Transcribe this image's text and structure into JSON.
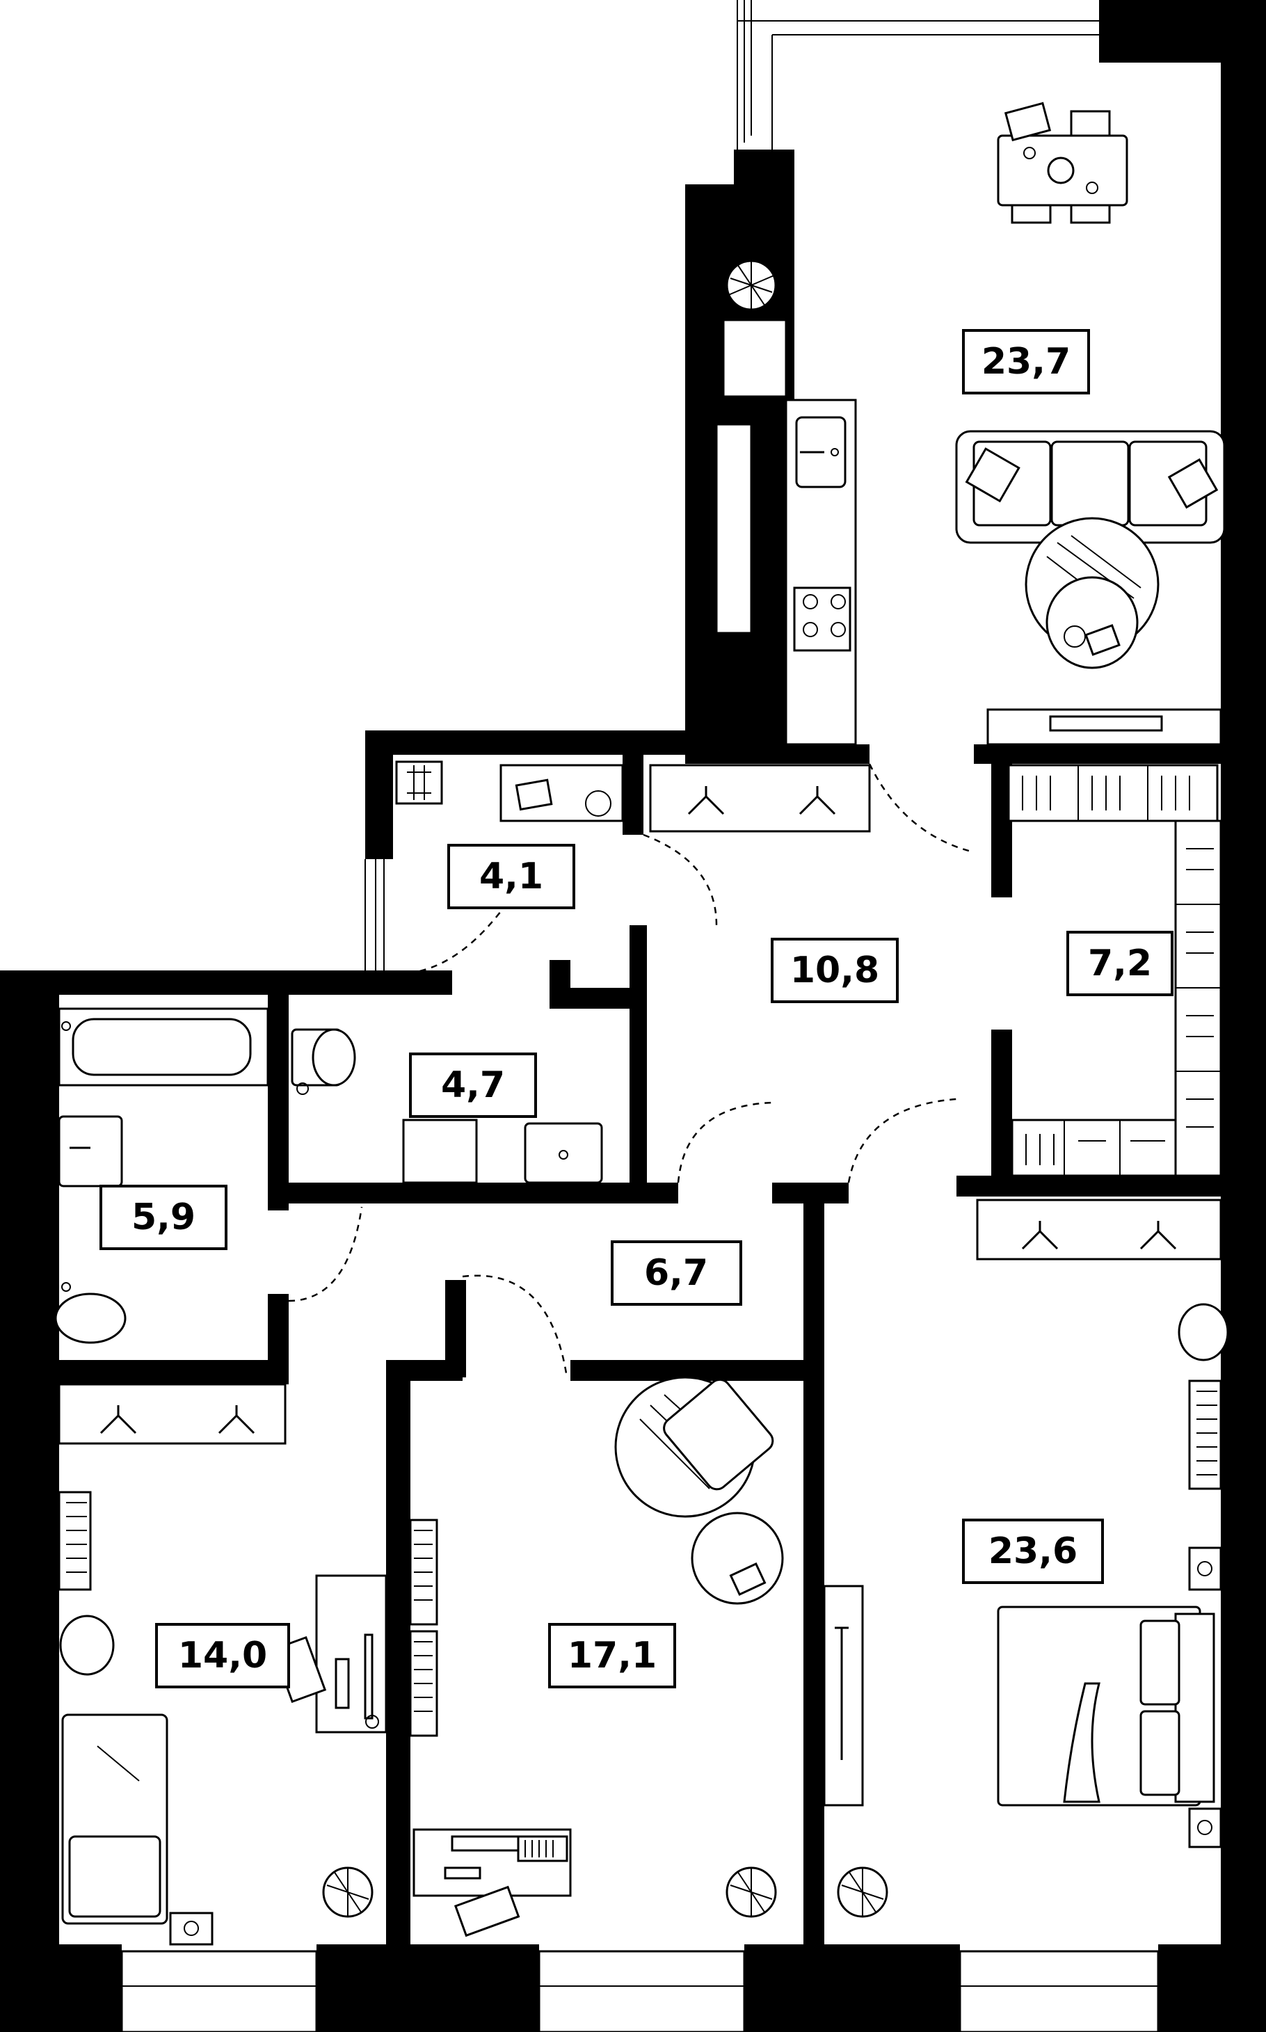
{
  "rooms": [
    {
      "id": "living-kitchen",
      "area": "23,7"
    },
    {
      "id": "hall",
      "area": "10,8"
    },
    {
      "id": "loggia",
      "area": "4,1"
    },
    {
      "id": "wardrobe",
      "area": "7,2"
    },
    {
      "id": "toilet",
      "area": "4,7"
    },
    {
      "id": "bathroom",
      "area": "5,9"
    },
    {
      "id": "corridor",
      "area": "6,7"
    },
    {
      "id": "bedroom-left",
      "area": "14,0"
    },
    {
      "id": "bedroom-middle",
      "area": "17,1"
    },
    {
      "id": "bedroom-master",
      "area": "23,6"
    }
  ],
  "colors": {
    "wall": "#000000",
    "floor": "#ffffff"
  }
}
